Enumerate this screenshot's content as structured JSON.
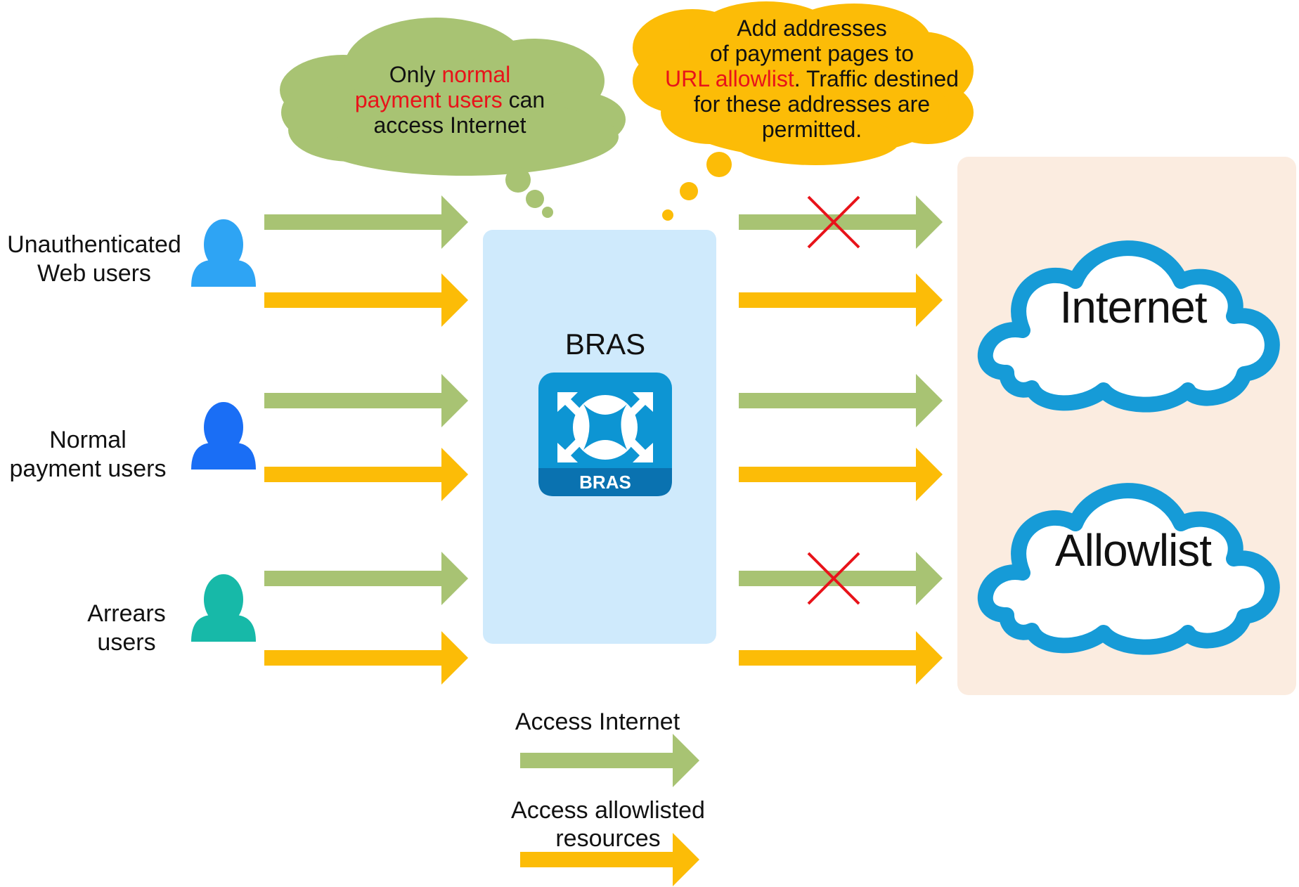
{
  "colors": {
    "green_arrow": "#a8c373",
    "yellow_arrow": "#fcbc07",
    "bras_panel": "#cfeafc",
    "destination_panel": "#fbece0",
    "cloud_outline": "#169bd7",
    "green_bubble": "#a8c373",
    "yellow_bubble": "#fcbc07",
    "blocked_mark": "#e8131a",
    "unauth_user": "#2ea4f4",
    "normal_user": "#1a6ef5",
    "arrears_user": "#17b9a8"
  },
  "users": [
    {
      "label_lines": [
        "Unauthenticated",
        "Web users"
      ],
      "icon": "user-icon"
    },
    {
      "label_lines": [
        "Normal",
        "payment users"
      ],
      "icon": "user-icon"
    },
    {
      "label_lines": [
        "Arrears",
        "users"
      ],
      "icon": "user-icon"
    }
  ],
  "bubble_green": {
    "line1_prefix": "Only ",
    "line1_highlight": "normal",
    "line2_highlight": "payment users",
    "line2_suffix": " can",
    "line3": "access Internet"
  },
  "bubble_yellow": {
    "line1": "Add addresses",
    "line2": "of payment pages to",
    "line3_highlight": "URL allowlist",
    "line3_suffix": ". Traffic destined",
    "line4": "for these addresses are",
    "line5": "permitted."
  },
  "bras": {
    "title": "BRAS",
    "icon_caption": "BRAS",
    "icon": "bras-router-icon"
  },
  "destinations": {
    "internet": "Internet",
    "allowlist": "Allowlist"
  },
  "flows": [
    {
      "user": "Unauthenticated Web users",
      "type": "Access Internet",
      "blocked": true
    },
    {
      "user": "Unauthenticated Web users",
      "type": "Access allowlisted resources",
      "blocked": false
    },
    {
      "user": "Normal payment users",
      "type": "Access Internet",
      "blocked": false
    },
    {
      "user": "Normal payment users",
      "type": "Access allowlisted resources",
      "blocked": false
    },
    {
      "user": "Arrears users",
      "type": "Access Internet",
      "blocked": true
    },
    {
      "user": "Arrears users",
      "type": "Access allowlisted resources",
      "blocked": false
    }
  ],
  "legend": {
    "green_lines": [
      "Access Internet"
    ],
    "yellow_lines": [
      "Access allowlisted",
      "resources"
    ]
  }
}
